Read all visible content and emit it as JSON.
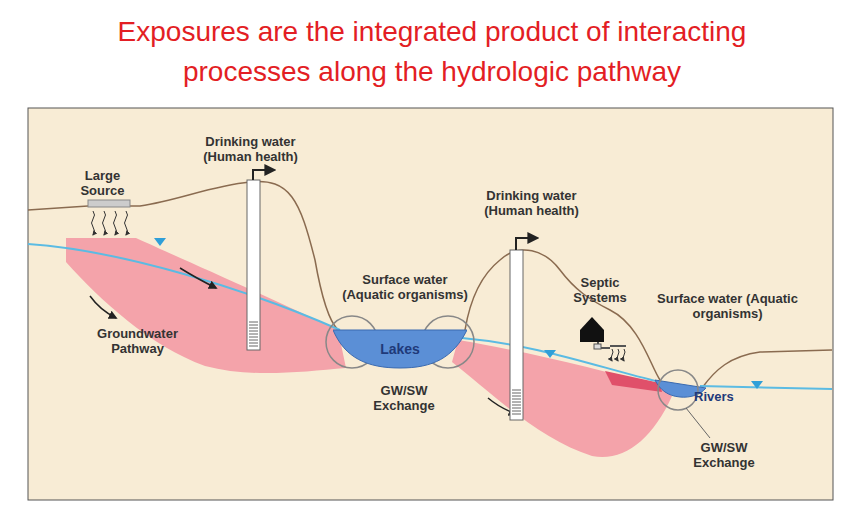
{
  "diagram": {
    "title": "Exposures are the integrated product of interacting processes along the hydrologic pathway",
    "nodes": [
      {
        "text": [
          "Lakes"
        ]
      }
    ],
    "labels": [
      "Large Source",
      "Drinking water (Human health)",
      "Groundwater Pathway",
      "Surface water (Aquatic organisms)",
      "GW/SW Exchange",
      "Drinking water (Human health)",
      "Septic Systems",
      "Surface water (Aquatic organisms)",
      "Rivers",
      "GW/SW Exchange"
    ]
  }
}
